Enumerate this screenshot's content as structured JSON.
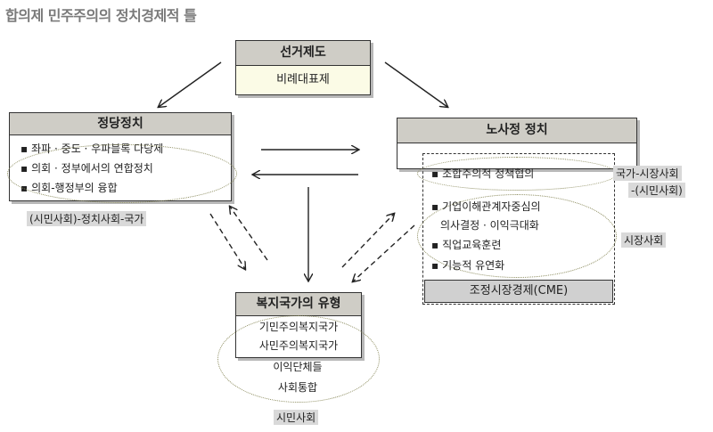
{
  "title": "합의제 민주주의의 정치경제적 틀",
  "electoral": {
    "header": "선거제도",
    "sub": "비례대표제"
  },
  "party": {
    "header": "정당정치",
    "items": [
      "좌파 · 중도 · 우파블록 다당제",
      "의회 · 정부에서의 연합정치",
      "의회-행정부의 융합"
    ]
  },
  "party_label": "(시민사회)-정치사회-국가",
  "labor": {
    "header": "노사정 정치",
    "item_top": "조합주의적 정책협의",
    "items": [
      "기업이해관계자중심의",
      "의사결정 · 이익극대화",
      "직업교육훈련",
      "기능적 유연화"
    ],
    "footer": "조정시장경제(CME)"
  },
  "label_state_market": "국가-시장사회",
  "label_civil": "-(시민사회)",
  "label_market": "시장사회",
  "welfare": {
    "header": "복지국가의 유형",
    "items": [
      "기민주의복지국가",
      "사민주의복지국가",
      "이익단체들",
      "사회통합"
    ]
  },
  "civil_label": "시민사회"
}
